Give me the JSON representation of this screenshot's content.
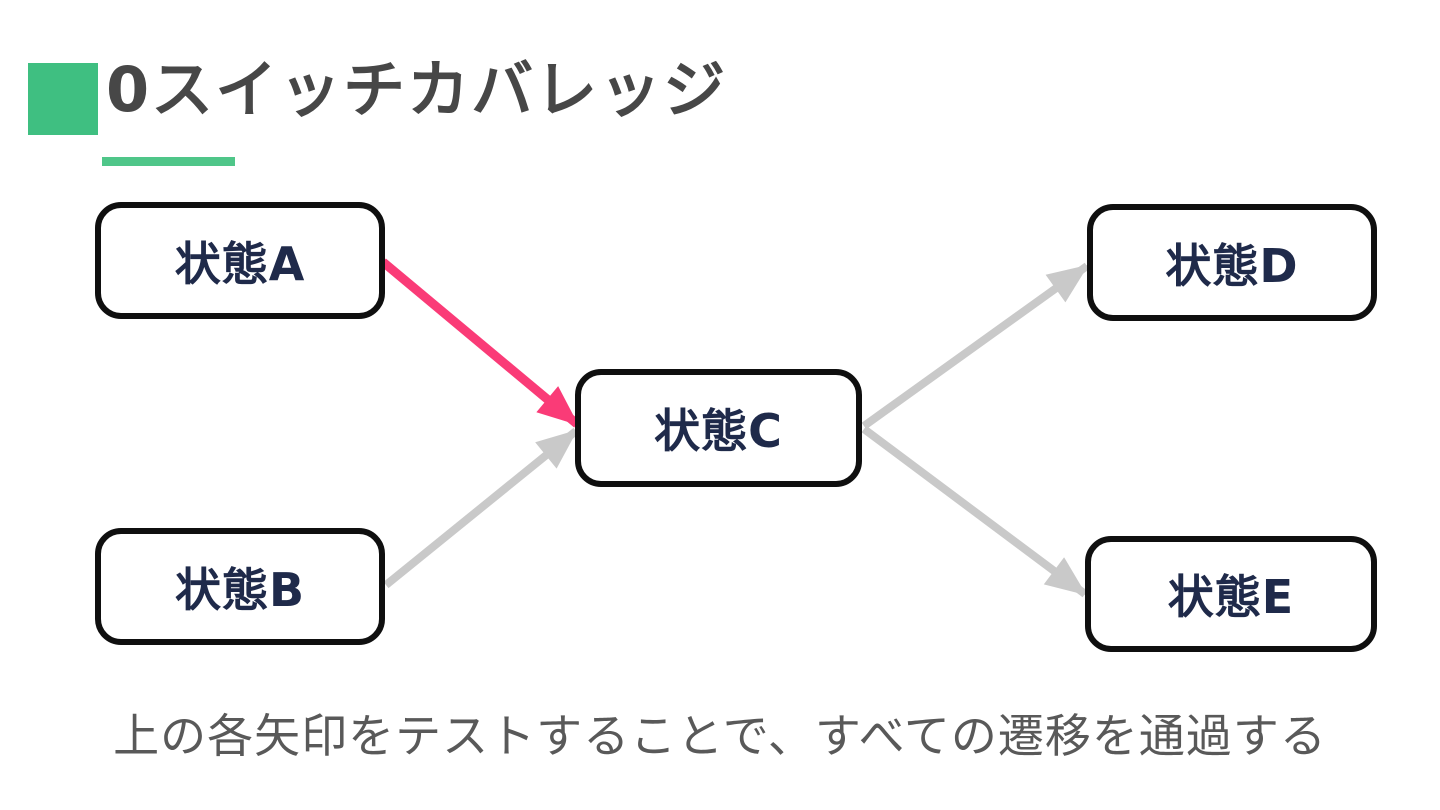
{
  "slide": {
    "title": "0スイッチカバレッジ",
    "caption": "上の各矢印をテストすることで、すべての遷移を通過する"
  },
  "diagram": {
    "nodes": [
      {
        "id": "A",
        "label": "状態A"
      },
      {
        "id": "B",
        "label": "状態B"
      },
      {
        "id": "C",
        "label": "状態C"
      },
      {
        "id": "D",
        "label": "状態D"
      },
      {
        "id": "E",
        "label": "状態E"
      }
    ],
    "edges": [
      {
        "from": "A",
        "to": "C",
        "style": "highlight"
      },
      {
        "from": "B",
        "to": "C",
        "style": "normal"
      },
      {
        "from": "C",
        "to": "D",
        "style": "normal"
      },
      {
        "from": "C",
        "to": "E",
        "style": "normal"
      }
    ]
  },
  "colors": {
    "accent_green": "#3FBF81",
    "underline_green": "#4FC689",
    "highlight_pink": "#FA3B77",
    "arrow_gray": "#C9C9C9",
    "node_border": "#0F0F0F",
    "node_text": "#1F2A4A",
    "title_text": "#474747",
    "caption_text": "#595959",
    "background": "#FFFFFF"
  }
}
